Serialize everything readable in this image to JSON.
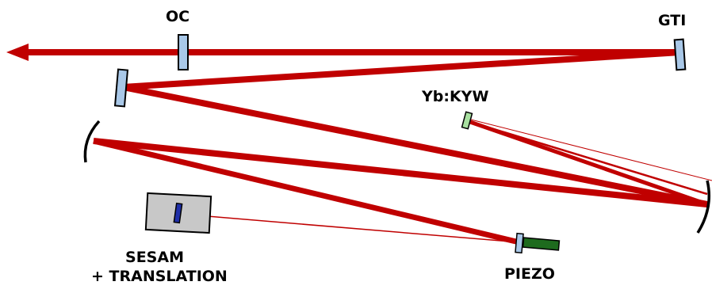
{
  "labels": {
    "oc": "OC",
    "gti": "GTI",
    "gain_crystal": "Yb:KYW",
    "sesam_line1": "SESAM",
    "sesam_line2": "+ TRANSLATION",
    "piezo": "PIEZO"
  },
  "colors": {
    "beam": "#c00000",
    "flat_mirror_fill": "#a9c8e8",
    "crystal_fill": "#a8e0a0",
    "sesam_housing_fill": "#c8c8c8",
    "sesam_chip_fill": "#1f2fa8",
    "piezo_fill": "#1e6b1e",
    "outline": "#000000"
  }
}
